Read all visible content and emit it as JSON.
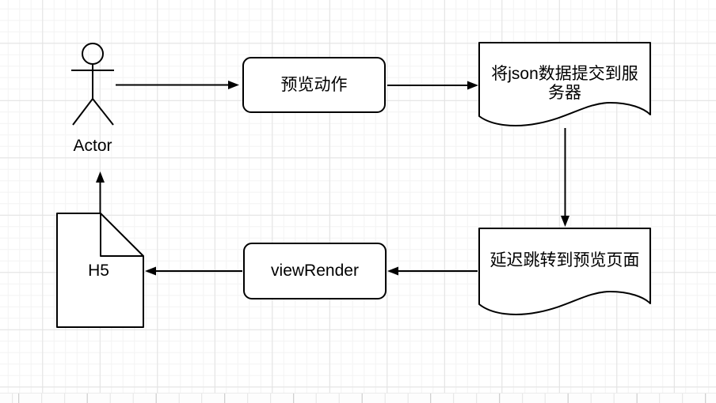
{
  "canvas": {
    "background_color": "#ffffff",
    "grid_minor_color": "#f3f3f3",
    "grid_major_color": "#e2e2e2",
    "shape_stroke_color": "#000000",
    "shape_fill_color": "#ffffff",
    "text_color": "#000000"
  },
  "diagram": {
    "actor": {
      "label": "Actor"
    },
    "nodes": {
      "preview_action": {
        "type": "rounded-rect",
        "label": "预览动作"
      },
      "submit_json": {
        "type": "document",
        "label": "将json数据提交到服务器",
        "lines": [
          "将json数据提交到服",
          "务器"
        ]
      },
      "delay_jump": {
        "type": "document",
        "label": "延迟跳转到预览页面"
      },
      "view_render": {
        "type": "rounded-rect",
        "label": "viewRender"
      },
      "h5": {
        "type": "note",
        "label": "H5"
      }
    },
    "connectors": [
      {
        "from": "actor",
        "to": "preview_action",
        "direction": "right"
      },
      {
        "from": "preview_action",
        "to": "submit_json",
        "direction": "right"
      },
      {
        "from": "submit_json",
        "to": "delay_jump",
        "direction": "down"
      },
      {
        "from": "delay_jump",
        "to": "view_render",
        "direction": "left"
      },
      {
        "from": "view_render",
        "to": "h5",
        "direction": "left"
      },
      {
        "from": "h5",
        "to": "actor",
        "direction": "up"
      }
    ]
  }
}
